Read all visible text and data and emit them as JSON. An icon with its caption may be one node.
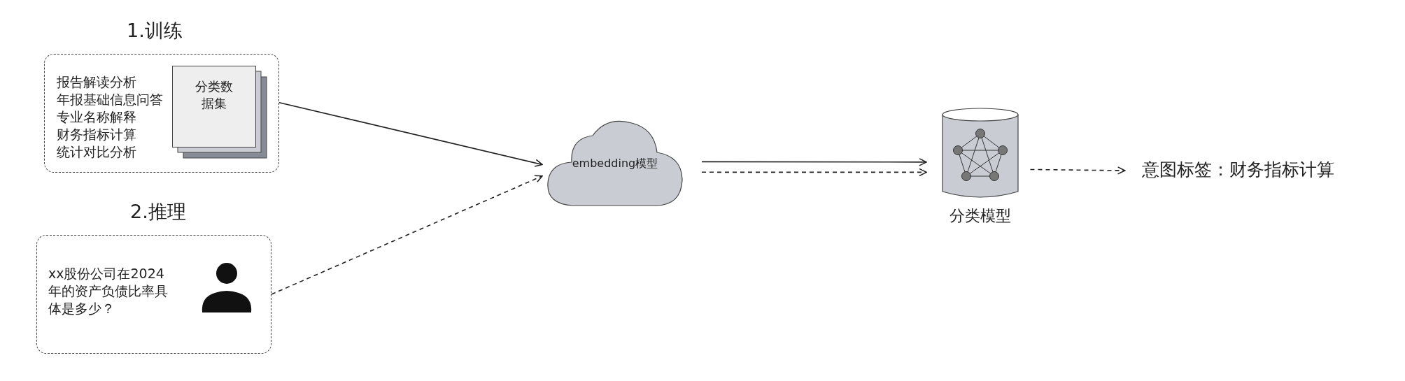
{
  "diagram": {
    "nodes": [
      {
        "text": [
          "1.训练",
          "报告解读分析",
          "年报基础信息问答",
          "专业名称解释",
          "财务指标计算",
          "统计对比分析"
        ]
      },
      {
        "text": [
          "分类数据集"
        ],
        "in": 0
      },
      {
        "text": [
          "2.推理",
          "xx股份公司在2024年的资产负债比率具体是多少？"
        ]
      },
      {
        "text": [],
        "shape": "person",
        "in": 2
      },
      {
        "text": [
          "embedding模型"
        ]
      },
      {
        "text": [],
        "shape": "cylinder",
        "beside": [
          "分类模型"
        ]
      },
      {
        "text": [
          "意图标签：财务指标计算"
        ]
      }
    ],
    "edges": [
      {
        "from": 0,
        "to": 4,
        "arrow": "to"
      },
      {
        "from": 2,
        "to": 4,
        "arrow": "to",
        "style": "dashed"
      },
      {
        "from": 4,
        "to": 5,
        "arrow": "to"
      },
      {
        "from": 4,
        "to": 5,
        "arrow": "to",
        "style": "dashed"
      },
      {
        "from": 5,
        "to": 6,
        "arrow": "to",
        "style": "dashed"
      }
    ]
  }
}
